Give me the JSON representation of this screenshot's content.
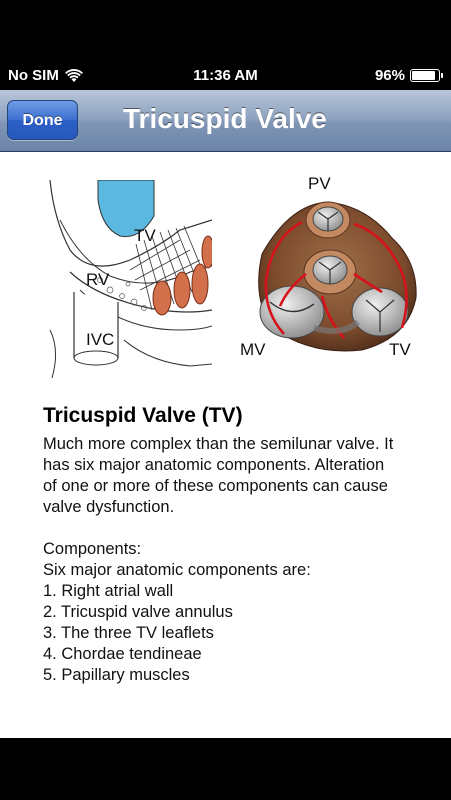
{
  "status": {
    "carrier": "No SIM",
    "time": "11:36 AM",
    "battery": "96%",
    "battery_level": 0.96
  },
  "nav": {
    "done_label": "Done",
    "title": "Tricuspid Valve"
  },
  "figures": {
    "left_labels": {
      "tv": "TV",
      "rv": "RV",
      "ivc": "IVC"
    },
    "right_labels": {
      "pv": "PV",
      "mv": "MV",
      "tv": "TV"
    }
  },
  "article": {
    "heading": "Tricuspid Valve (TV)",
    "intro_lines": [
      "Much more complex than the semilunar valve. It",
      "has six major anatomic components. Alteration",
      "of one or more of these components can cause",
      "valve dysfunction."
    ],
    "components_title": "Components:",
    "components_intro": "Six major anatomic components are:",
    "components": [
      "1. Right atrial wall",
      "2. Tricuspid valve annulus",
      "3. The three TV leaflets",
      "4. Chordae tendineae",
      "5. Papillary muscles"
    ]
  }
}
